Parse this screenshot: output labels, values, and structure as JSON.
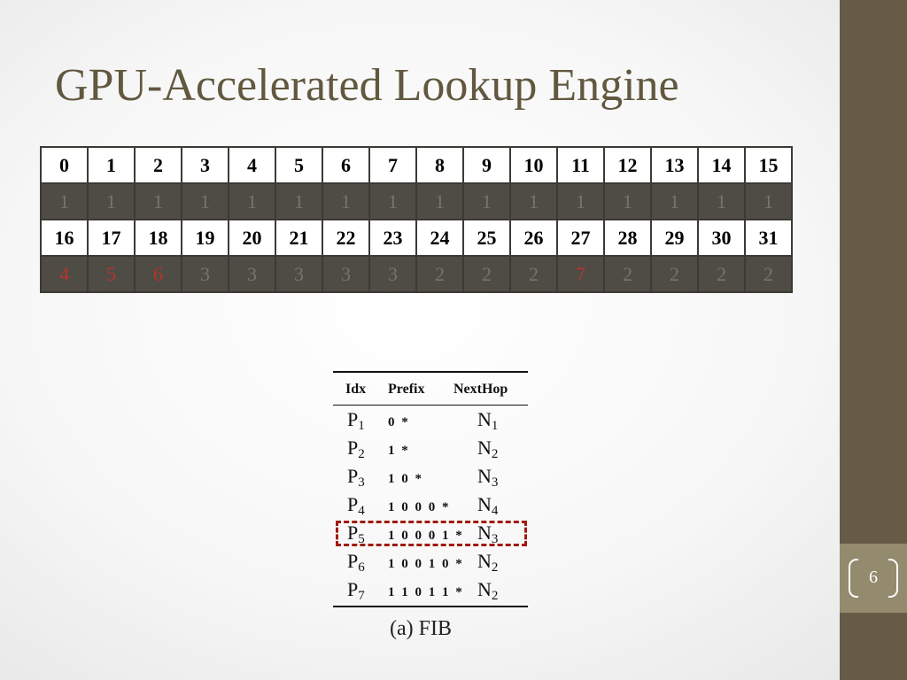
{
  "slide": {
    "title": "GPU-Accelerated Lookup Engine",
    "page_number": "6"
  },
  "lookup_table": {
    "rows": [
      {
        "kind": "idx",
        "cells": [
          {
            "text": "0"
          },
          {
            "text": "1"
          },
          {
            "text": "2"
          },
          {
            "text": "3"
          },
          {
            "text": "4"
          },
          {
            "text": "5"
          },
          {
            "text": "6"
          },
          {
            "text": "7"
          },
          {
            "text": "8"
          },
          {
            "text": "9"
          },
          {
            "text": "10"
          },
          {
            "text": "11"
          },
          {
            "text": "12"
          },
          {
            "text": "13"
          },
          {
            "text": "14"
          },
          {
            "text": "15"
          }
        ]
      },
      {
        "kind": "val",
        "cells": [
          {
            "text": "1"
          },
          {
            "text": "1"
          },
          {
            "text": "1"
          },
          {
            "text": "1"
          },
          {
            "text": "1"
          },
          {
            "text": "1"
          },
          {
            "text": "1"
          },
          {
            "text": "1"
          },
          {
            "text": "1"
          },
          {
            "text": "1"
          },
          {
            "text": "1"
          },
          {
            "text": "1"
          },
          {
            "text": "1"
          },
          {
            "text": "1"
          },
          {
            "text": "1"
          },
          {
            "text": "1"
          }
        ]
      },
      {
        "kind": "idx",
        "cells": [
          {
            "text": "16"
          },
          {
            "text": "17"
          },
          {
            "text": "18"
          },
          {
            "text": "19"
          },
          {
            "text": "20"
          },
          {
            "text": "21"
          },
          {
            "text": "22"
          },
          {
            "text": "23"
          },
          {
            "text": "24"
          },
          {
            "text": "25"
          },
          {
            "text": "26"
          },
          {
            "text": "27"
          },
          {
            "text": "28"
          },
          {
            "text": "29"
          },
          {
            "text": "30"
          },
          {
            "text": "31"
          }
        ]
      },
      {
        "kind": "val",
        "cells": [
          {
            "text": "4",
            "highlight": true
          },
          {
            "text": "5",
            "highlight": true
          },
          {
            "text": "6",
            "highlight": true
          },
          {
            "text": "3"
          },
          {
            "text": "3"
          },
          {
            "text": "3"
          },
          {
            "text": "3"
          },
          {
            "text": "3"
          },
          {
            "text": "2"
          },
          {
            "text": "2"
          },
          {
            "text": "2"
          },
          {
            "text": "7",
            "highlight": true
          },
          {
            "text": "2"
          },
          {
            "text": "2"
          },
          {
            "text": "2"
          },
          {
            "text": "2"
          }
        ]
      }
    ]
  },
  "fib": {
    "headers": {
      "idx": "Idx",
      "prefix": "Prefix",
      "nexthop": "NextHop"
    },
    "rows": [
      {
        "idx": "P",
        "idx_sub": "1",
        "prefix": "0 *",
        "nh": "N",
        "nh_sub": "1"
      },
      {
        "idx": "P",
        "idx_sub": "2",
        "prefix": "1 *",
        "nh": "N",
        "nh_sub": "2"
      },
      {
        "idx": "P",
        "idx_sub": "3",
        "prefix": "1 0 *",
        "nh": "N",
        "nh_sub": "3"
      },
      {
        "idx": "P",
        "idx_sub": "4",
        "prefix": "1 0 0 0 *",
        "nh": "N",
        "nh_sub": "4"
      },
      {
        "idx": "P",
        "idx_sub": "5",
        "prefix": "1 0 0 0 1 *",
        "nh": "N",
        "nh_sub": "3",
        "highlighted": true
      },
      {
        "idx": "P",
        "idx_sub": "6",
        "prefix": "1 0 0 1 0 *",
        "nh": "N",
        "nh_sub": "2"
      },
      {
        "idx": "P",
        "idx_sub": "7",
        "prefix": "1 1 0 1 1 *",
        "nh": "N",
        "nh_sub": "2"
      }
    ],
    "caption": "(a) FIB"
  },
  "colors": {
    "title": "#62583f",
    "sidebar": "#655b46",
    "page_box": "#948a6e",
    "value_row_bg": "#4e4c45",
    "highlight_red": "#b8332c",
    "fib_highlight_border": "#a01a10"
  }
}
